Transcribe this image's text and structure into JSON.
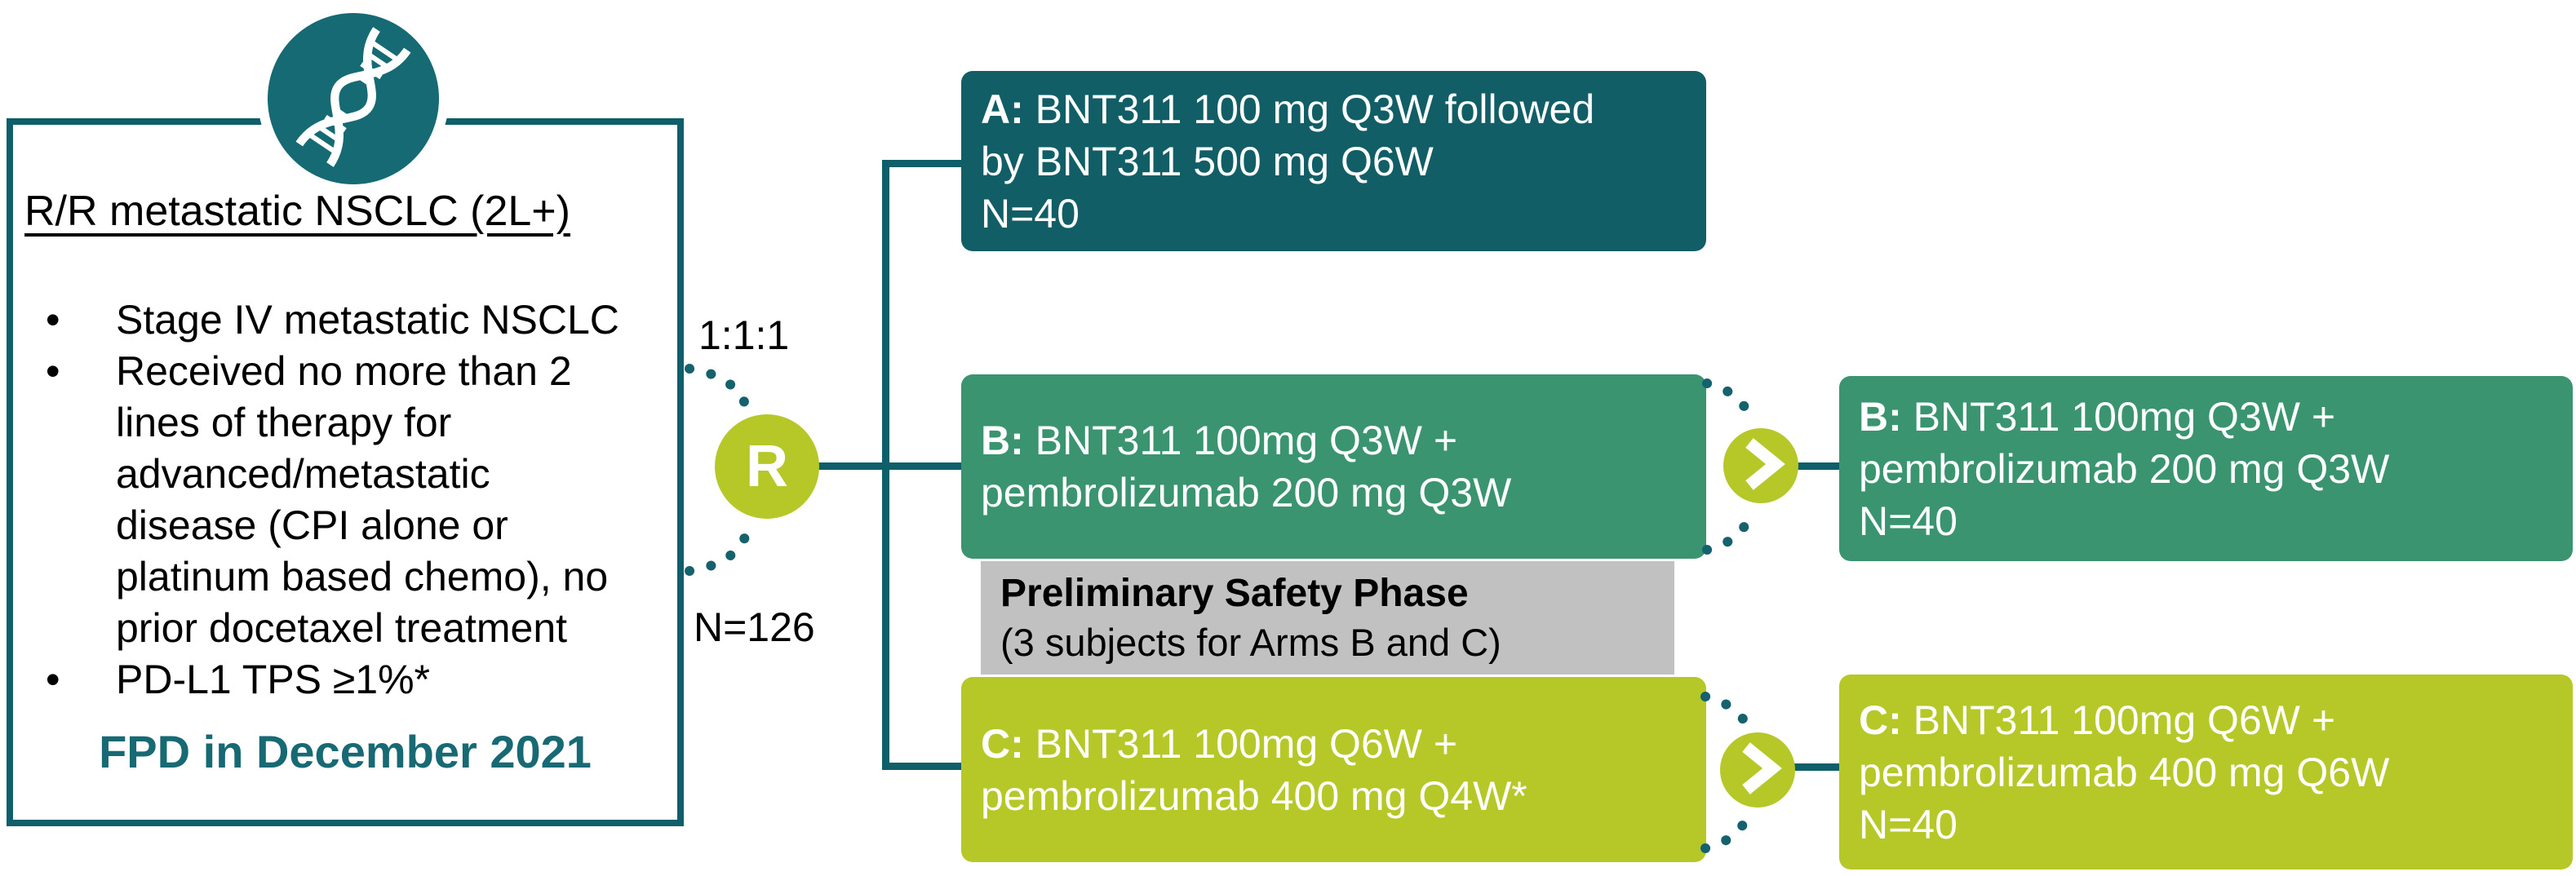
{
  "eligibility": {
    "title": "R/R metastatic NSCLC (2L+)",
    "bullets": [
      "Stage IV metastatic NSCLC",
      "Received no more than 2\nlines of therapy for\nadvanced/metastatic\ndisease (CPI alone or\nplatinum based chemo), no\nprior docetaxel treatment",
      "PD-L1 TPS ≥1%*"
    ],
    "footnote": "FPD in December 2021",
    "icon": "dna-icon"
  },
  "randomization": {
    "ratio": "1:1:1",
    "symbol": "R",
    "total": "N=126"
  },
  "arms": {
    "a": {
      "label": "A:",
      "text": "BNT311 100 mg Q3W followed\nby BNT311 500 mg Q6W\nN=40"
    },
    "b": {
      "label": "B:",
      "text": "BNT311 100mg Q3W +\npembrolizumab 200 mg Q3W"
    },
    "c": {
      "label": "C:",
      "text": "BNT311 100mg Q6W +\npembrolizumab 400 mg Q4W*"
    },
    "b_cont": {
      "label": "B:",
      "text": "BNT311 100mg Q3W +\npembrolizumab 200 mg Q3W\nN=40"
    },
    "c_cont": {
      "label": "C:",
      "text": "BNT311 100mg Q6W +\npembrolizumab 400 mg Q6W\nN=40"
    }
  },
  "safety_phase": {
    "title": "Preliminary Safety Phase",
    "subtitle": "(3 subjects for Arms B and C)"
  },
  "icons": {
    "chevron": "chevron-right-icon",
    "dna": "dna-icon"
  },
  "colors": {
    "teal_dark": "#115e67",
    "teal_line": "#0e5f69",
    "teal_dna": "#156a74",
    "teal_text": "#176a73",
    "green": "#3a9470",
    "lime": "#b5c827",
    "gray": "#c1c1c1",
    "dot": "#15616e",
    "white": "#ffffff",
    "black": "#000000"
  }
}
